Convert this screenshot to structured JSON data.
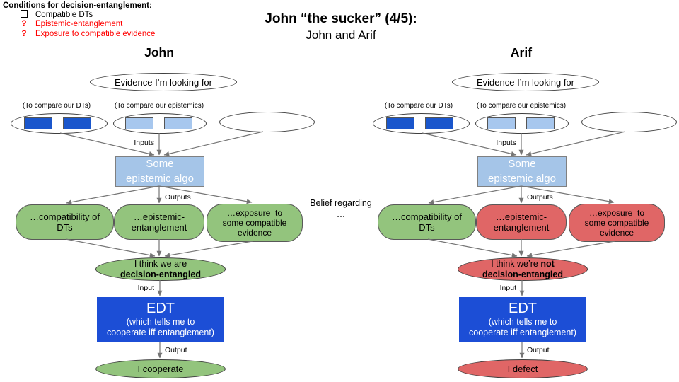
{
  "legend": {
    "title": "Conditions for decision-entanglement:",
    "items": [
      {
        "icon": "checkbox-unchecked",
        "glyph": "",
        "label": "Compatible DTs",
        "color": "#000000"
      },
      {
        "icon": "question-mark",
        "glyph": "?",
        "label": "Epistemic-entanglement",
        "color": "#ff0000"
      },
      {
        "icon": "question-mark",
        "glyph": "?",
        "label": "Exposure to compatible evidence",
        "color": "#ff0000"
      }
    ]
  },
  "title": {
    "line1": "John “the sucker” (4/5):",
    "line2": "John and Arif"
  },
  "center_note": {
    "line1": "Belief regarding",
    "line2": "…"
  },
  "flow_labels": {
    "inputs": "Inputs",
    "outputs": "Outputs",
    "input": "Input",
    "output": "Output"
  },
  "colors": {
    "green": "#93c47d",
    "red": "#e06666",
    "algo_blue": "#a5c5e8",
    "edt_blue": "#1c4ed6",
    "dt_chip": "#1a56cc",
    "epistemic_chip": "#a7c7ee",
    "arrow_gray": "#757575",
    "legend_red": "#ff0000"
  },
  "john": {
    "header": "John",
    "evidence": "Evidence I’m looking for",
    "note_dts": "(To compare our DTs)",
    "note_epistemics": "(To compare our epistemics)",
    "chip_colors": {
      "dt": "#1a56cc",
      "epistemic": "#a7c7ee"
    },
    "algo": {
      "line1": "Some",
      "line2": "epistemic algo",
      "bg": "#a5c5e8"
    },
    "outputs": [
      {
        "text": "…compatibility of\nDTs",
        "bg": "#93c47d"
      },
      {
        "text": "…epistemic-\nentanglement",
        "bg": "#93c47d"
      },
      {
        "text": "…exposure  to\nsome compatible\nevidence",
        "bg": "#93c47d"
      }
    ],
    "belief": {
      "pre": "I think we are",
      "bold": "",
      "line2": "decision-entangled",
      "bg": "#93c47d"
    },
    "edt": {
      "title": "EDT",
      "line2": "(which tells me to",
      "line3": "cooperate iff entanglement)",
      "bg": "#1c4ed6"
    },
    "result": {
      "text": "I cooperate",
      "bg": "#93c47d"
    }
  },
  "arif": {
    "header": "Arif",
    "evidence": "Evidence I’m looking for",
    "note_dts": "(To compare our DTs)",
    "note_epistemics": "(To compare our epistemics)",
    "chip_colors": {
      "dt": "#1a56cc",
      "epistemic": "#a7c7ee"
    },
    "algo": {
      "line1": "Some",
      "line2": "epistemic algo",
      "bg": "#a5c5e8"
    },
    "outputs": [
      {
        "text": "…compatibility of\nDTs",
        "bg": "#93c47d"
      },
      {
        "text": "…epistemic-\nentanglement",
        "bg": "#e06666"
      },
      {
        "text": "…exposure  to\nsome compatible\nevidence",
        "bg": "#e06666"
      }
    ],
    "belief": {
      "pre": "I think we’re ",
      "bold": "not",
      "line2": "decision-entangled",
      "bg": "#e06666"
    },
    "edt": {
      "title": "EDT",
      "line2": "(which tells me to",
      "line3": "cooperate iff entanglement)",
      "bg": "#1c4ed6"
    },
    "result": {
      "text": "I defect",
      "bg": "#e06666"
    }
  }
}
